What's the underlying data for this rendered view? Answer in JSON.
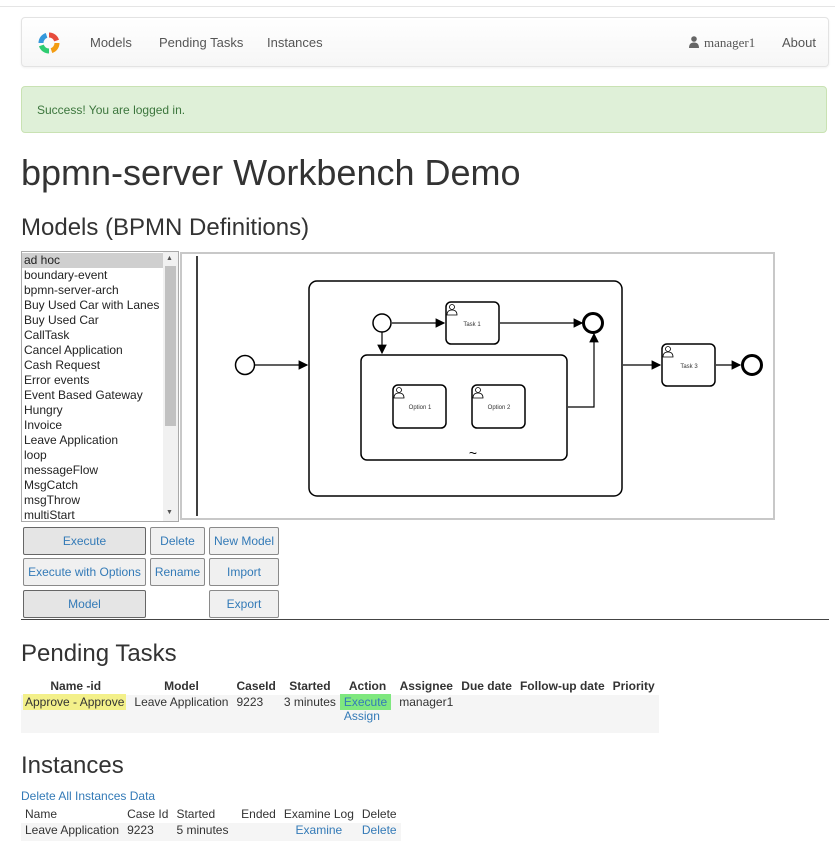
{
  "nav": {
    "links": [
      "Models",
      "Pending Tasks",
      "Instances"
    ],
    "user": "manager1",
    "about": "About"
  },
  "alert": {
    "message": "Success! You are logged in."
  },
  "title": "bpmn-server Workbench Demo",
  "models_section": {
    "heading": "Models (BPMN Definitions)",
    "items": [
      "ad hoc",
      "boundary-event",
      "bpmn-server-arch",
      "Buy Used Car with Lanes",
      "Buy Used Car",
      "CallTask",
      "Cancel Application",
      "Cash Request",
      "Error events",
      "Event Based Gateway",
      "Hungry",
      "Invoice",
      "Leave Application",
      "loop",
      "messageFlow",
      "MsgCatch",
      "msgThrow",
      "multiStart"
    ],
    "selected": "ad hoc",
    "diagram": {
      "task1": "Task 1",
      "option1": "Option 1",
      "option2": "Option 2",
      "task3": "Task 3",
      "adhoc_marker": "~"
    },
    "buttons": {
      "execute": "Execute",
      "delete": "Delete",
      "new_model": "New Model",
      "execute_options": "Execute with Options",
      "rename": "Rename",
      "import": "Import",
      "model": "Model",
      "export": "Export"
    }
  },
  "pending_tasks": {
    "heading": "Pending Tasks",
    "columns": [
      "Name -id",
      "Model",
      "CaseId",
      "Started",
      "Action",
      "Assignee",
      "Due date",
      "Follow-up date",
      "Priority"
    ],
    "rows": [
      {
        "name": "Approve - Approve",
        "model": "Leave Application",
        "case_id": "9223",
        "started": "3 minutes",
        "action_execute": "Execute",
        "action_assign": "Assign",
        "assignee": "manager1",
        "due": "",
        "followup": "",
        "priority": ""
      }
    ]
  },
  "instances": {
    "heading": "Instances",
    "delete_all": "Delete All Instances Data",
    "columns": [
      "Name",
      "Case Id",
      "Started",
      "Ended",
      "Examine Log",
      "Delete"
    ],
    "rows": [
      {
        "name": "Leave Application",
        "case_id": "9223",
        "started": "5 minutes",
        "ended": "",
        "examine": "Examine",
        "delete": "Delete"
      }
    ]
  },
  "colors": {
    "alert_bg": "#dff0d8",
    "alert_text": "#3c763d",
    "link": "#337ab7",
    "highlight_yellow": "#f3f08a",
    "highlight_green": "#7fe87f"
  }
}
